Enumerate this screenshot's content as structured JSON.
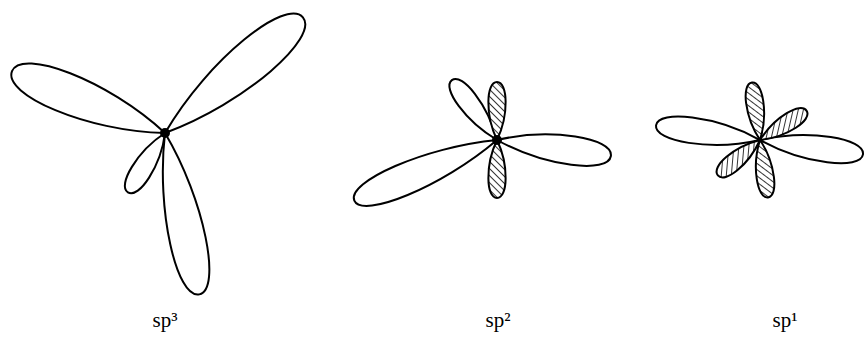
{
  "diagram": {
    "labels": [
      "sp³",
      "sp²",
      "sp¹"
    ]
  }
}
